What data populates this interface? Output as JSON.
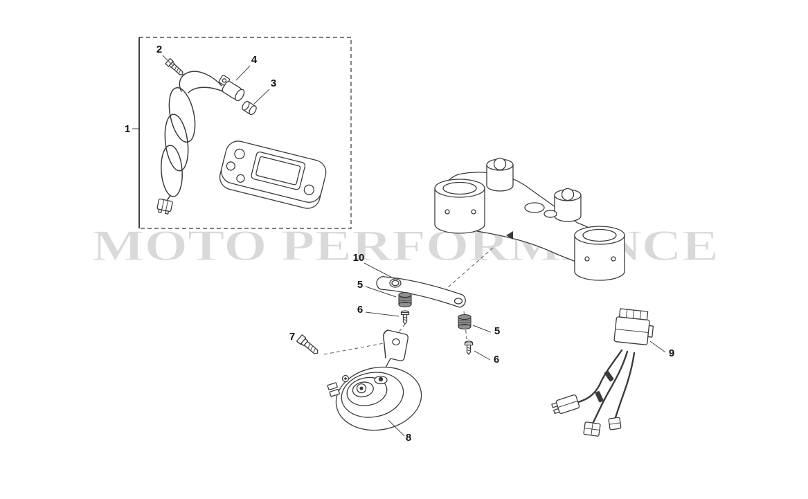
{
  "watermark": {
    "text": "MOTO PERFORMANCE"
  },
  "callouts": {
    "n1": "1",
    "n2": "2",
    "n3": "3",
    "n4": "4",
    "n5": "5",
    "n6": "6",
    "n7": "7",
    "n8": "8",
    "n9": "9",
    "n10": "10"
  }
}
